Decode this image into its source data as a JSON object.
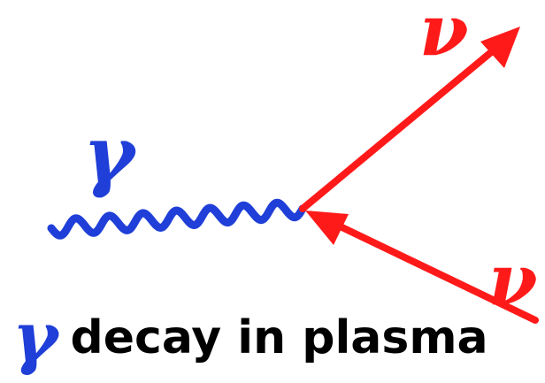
{
  "diagram": {
    "photon_label": "γ",
    "neutrino_out_label": "ν",
    "neutrino_in_label": "ν"
  },
  "caption": {
    "symbol": "γ",
    "text": "decay in plasma"
  },
  "colors": {
    "photon": "#1f3fd8",
    "neutrino": "#ff1a1a",
    "text": "#000000",
    "background": "#ffffff"
  }
}
